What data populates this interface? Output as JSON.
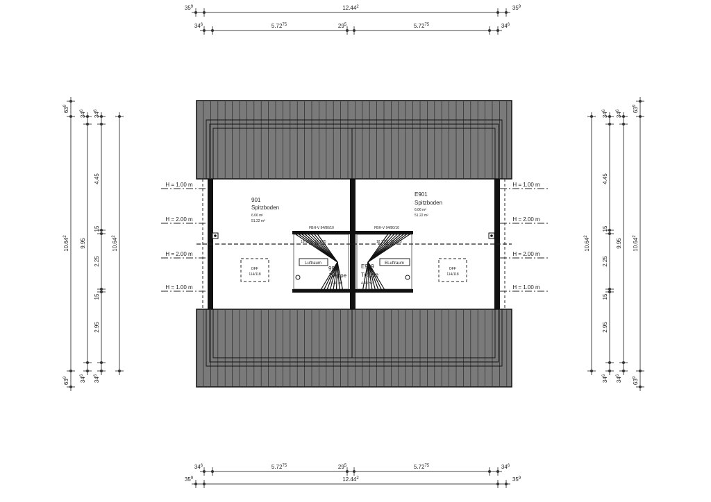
{
  "dimensions": {
    "top_overall": "12.44",
    "top_overall_sup": "2",
    "overhang": "35",
    "overhang_sup": "9",
    "wall": "34",
    "wall_sup": "6",
    "bay": "5.72",
    "bay_sup": "75",
    "party_wall": "29",
    "party_wall_sup": "5",
    "side_overall": "10.64",
    "side_overall_sup": "2",
    "side_overhang": "63",
    "side_overhang_sup": "9",
    "side_inner": "9.95",
    "seg_top": "4.45",
    "seg_gap": "15",
    "seg_mid": "2.25",
    "seg_bottom": "2.95"
  },
  "height_marks": [
    "H = 1.00 m",
    "H = 2.00 m",
    "H = 2.00 m",
    "H = 1.00 m"
  ],
  "rooms": [
    {
      "number": "901",
      "name": "Spitzboden",
      "area1": "6.06 m²",
      "area2": "51.22 m²"
    },
    {
      "number": "E901",
      "name": "Spitzboden",
      "area1": "6.06 m²",
      "area2": "51.22 m²"
    }
  ],
  "stairs": [
    {
      "window": "FBH-V 94/80/10",
      "steps": "18 STG. 18.1/25",
      "void": "Luftraum",
      "number": "999",
      "name": "Treppe",
      "area": "4.48 m²"
    },
    {
      "window": "FBH-V 94/80/10",
      "steps": "18 STG. 18.1/25",
      "void": "ELuftraum",
      "number": "E999",
      "name": "Treppe",
      "area": "4.48 m²"
    }
  ],
  "skylights": [
    {
      "label": "DFF",
      "size": "114/118"
    },
    {
      "label": "DFF",
      "size": "114/118"
    }
  ],
  "colors": {
    "roof": "#7a7a7a",
    "wall": "#111111",
    "line": "#444444"
  }
}
